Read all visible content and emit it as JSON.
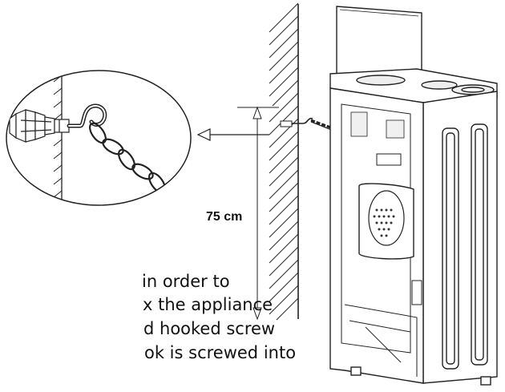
{
  "dimension_label": "75 cm",
  "instruction_lines": [
    "in order to",
    "x the appliance",
    "d hooked screw",
    "ok is screwed into"
  ]
}
